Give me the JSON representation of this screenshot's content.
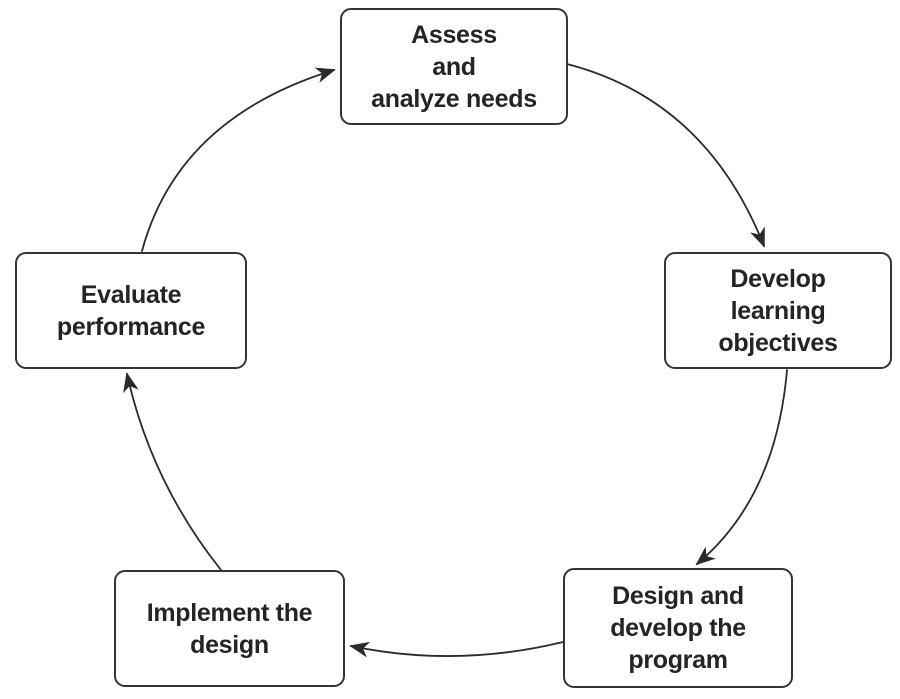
{
  "diagram": {
    "type": "cycle",
    "direction": "clockwise",
    "nodes": [
      {
        "id": "assess",
        "label": "Assess\nand\nanalyze needs"
      },
      {
        "id": "develop",
        "label": "Develop\nlearning\nobjectives"
      },
      {
        "id": "design",
        "label": "Design and\ndevelop the\nprogram"
      },
      {
        "id": "implement",
        "label": "Implement the\ndesign"
      },
      {
        "id": "evaluate",
        "label": "Evaluate\nperformance"
      }
    ],
    "edges": [
      {
        "from": "assess",
        "to": "develop"
      },
      {
        "from": "develop",
        "to": "design"
      },
      {
        "from": "design",
        "to": "implement"
      },
      {
        "from": "implement",
        "to": "evaluate"
      },
      {
        "from": "evaluate",
        "to": "assess"
      }
    ],
    "colors": {
      "stroke": "#2b2b2b",
      "border": "#343434",
      "text": "#232328",
      "background": "#ffffff"
    }
  }
}
